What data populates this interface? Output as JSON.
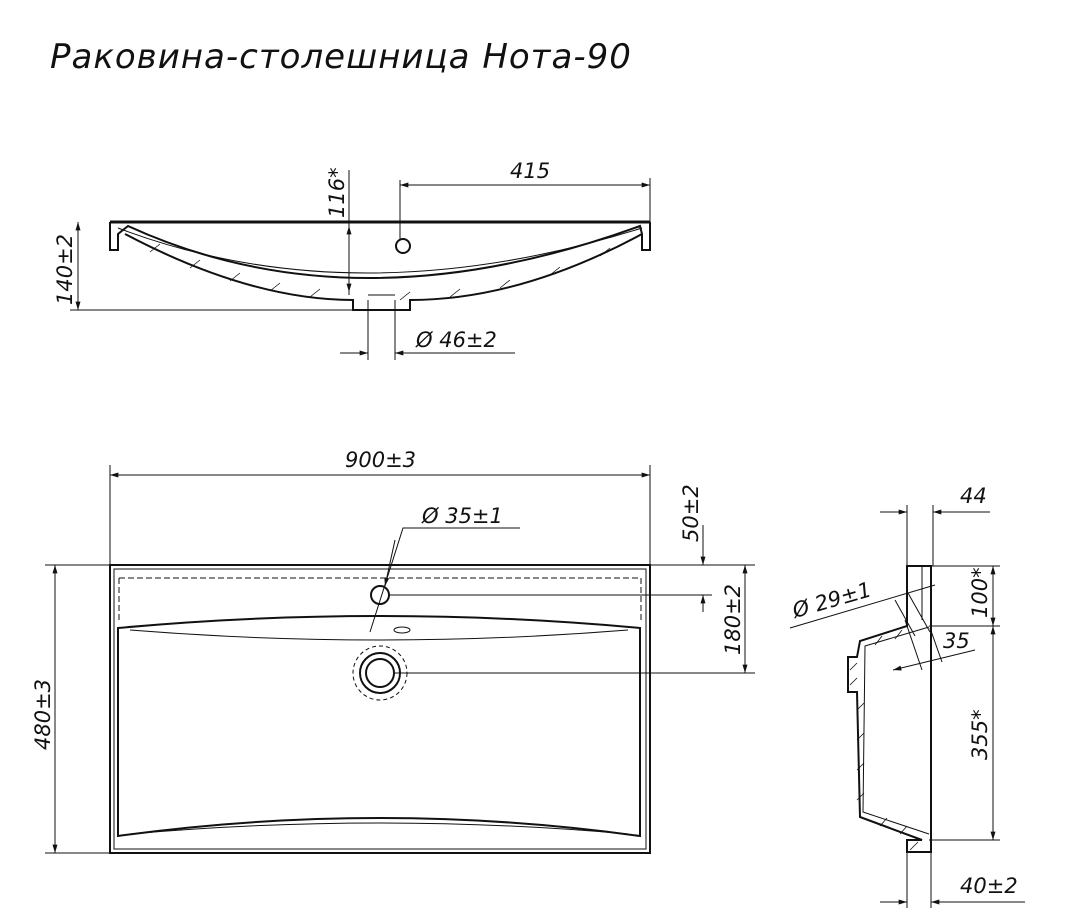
{
  "title": "Раковина-столешница Нота-90",
  "front_view": {
    "dim_offset": "415",
    "dim_depth": "116*",
    "dim_height": "140±2",
    "dim_drain": "Ø 46±2"
  },
  "top_view": {
    "dim_width": "900±3",
    "dim_depth": "480±3",
    "dim_tap_hole": "Ø 35±1",
    "dim_tap_offset": "50±2",
    "dim_drain_offset": "180±2"
  },
  "side_view": {
    "dim_rim": "44",
    "dim_overflow": "Ø 29±1",
    "dim_overflow_offset": "35",
    "dim_top": "100*",
    "dim_bowl": "355*",
    "dim_back": "40±2"
  },
  "colors": {
    "line": "#111111",
    "background": "#ffffff"
  }
}
